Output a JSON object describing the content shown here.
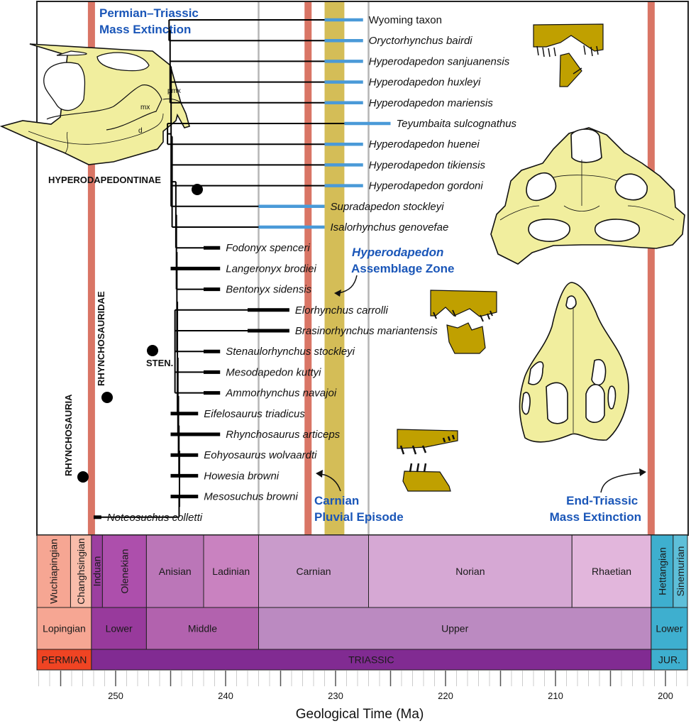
{
  "colors": {
    "extinction": "#d97565",
    "carnian_band": "#d4bd57",
    "range_blue": "#4a9ad8",
    "annotation": "#1a56b8",
    "skull_fill": "#f1ee9e",
    "jaw_fill": "#c0a000"
  },
  "annotations": {
    "pt_extinction": [
      "Permian–Triassic",
      "Mass Extinction"
    ],
    "hyperodapedon_az": [
      "Hyperodapedon",
      "Assemblage Zone"
    ],
    "carnian_pluvial": [
      "Carnian",
      "Pluvial Episode"
    ],
    "et_extinction": [
      "End-Triassic",
      "Mass Extinction"
    ]
  },
  "clades": {
    "hyperodapedontinae": "HYPERODAPEDONTINAE",
    "rhynchosauridae": "RHYNCHOSAURIDAE",
    "rhynchosauria": "RHYNCHOSAURIA",
    "sten": "STEN."
  },
  "skull_labels": {
    "pmx": "pmx",
    "mx": "mx",
    "d": "d"
  },
  "taxa": [
    {
      "name": "Wyoming taxon",
      "italic": false,
      "range": [
        231,
        227.5
      ],
      "bar": "blue"
    },
    {
      "name": "Oryctorhynchus bairdi",
      "italic": true,
      "range": [
        231,
        227.5
      ],
      "bar": "blue"
    },
    {
      "name": "Hyperodapedon sanjuanensis",
      "italic": true,
      "range": [
        231,
        227.5
      ],
      "bar": "blue"
    },
    {
      "name": "Hyperodapedon huxleyi",
      "italic": true,
      "range": [
        231,
        227.5
      ],
      "bar": "blue"
    },
    {
      "name": "Hyperodapedon mariensis",
      "italic": true,
      "range": [
        231,
        227.5
      ],
      "bar": "blue"
    },
    {
      "name": "Teyumbaita sulcognathus",
      "italic": true,
      "range": [
        229.2,
        225
      ],
      "bar": "blue"
    },
    {
      "name": "Hyperodapedon huenei",
      "italic": true,
      "range": [
        231,
        227.5
      ],
      "bar": "blue"
    },
    {
      "name": "Hyperodapedon tikiensis",
      "italic": true,
      "range": [
        231,
        227.5
      ],
      "bar": "blue"
    },
    {
      "name": "Hyperodapedon gordoni",
      "italic": true,
      "range": [
        231,
        227.5
      ],
      "bar": "blue"
    },
    {
      "name": "Supradapedon stockleyi",
      "italic": true,
      "range": [
        237,
        231
      ],
      "bar": "blue"
    },
    {
      "name": "Isalorhynchus genovefae",
      "italic": true,
      "range": [
        237,
        231
      ],
      "bar": "blue"
    },
    {
      "name": "Fodonyx spenceri",
      "italic": true,
      "range": [
        242,
        240.5
      ],
      "bar": "black"
    },
    {
      "name": "Langeronyx brodiei",
      "italic": true,
      "range": [
        245,
        240.5
      ],
      "bar": "black"
    },
    {
      "name": "Bentonyx sidensis",
      "italic": true,
      "range": [
        242,
        240.5
      ],
      "bar": "black"
    },
    {
      "name": "Elorhynchus carrolli",
      "italic": true,
      "range": [
        238,
        234.2
      ],
      "bar": "black"
    },
    {
      "name": "Brasinorhynchus mariantensis",
      "italic": true,
      "range": [
        238,
        234.2
      ],
      "bar": "black"
    },
    {
      "name": "Stenaulorhynchus stockleyi",
      "italic": true,
      "range": [
        242,
        240.5
      ],
      "bar": "black"
    },
    {
      "name": "Mesodapedon kuttyi",
      "italic": true,
      "range": [
        242,
        240.5
      ],
      "bar": "black"
    },
    {
      "name": "Ammorhynchus navajoi",
      "italic": true,
      "range": [
        242,
        240.5
      ],
      "bar": "black"
    },
    {
      "name": "Eifelosaurus triadicus",
      "italic": true,
      "range": [
        245,
        242.5
      ],
      "bar": "black"
    },
    {
      "name": "Rhynchosaurus articeps",
      "italic": true,
      "range": [
        245,
        240.5
      ],
      "bar": "black"
    },
    {
      "name": "Eohyosaurus wolvaardti",
      "italic": true,
      "range": [
        245,
        242.5
      ],
      "bar": "black"
    },
    {
      "name": "Howesia browni",
      "italic": true,
      "range": [
        245,
        242.5
      ],
      "bar": "black"
    },
    {
      "name": "Mesosuchus browni",
      "italic": true,
      "range": [
        245,
        242.5
      ],
      "bar": "black"
    },
    {
      "name": "Noteosuchus colletti",
      "italic": true,
      "range": [
        252,
        251.3
      ],
      "bar": "black"
    }
  ],
  "timescale": {
    "ages": [
      {
        "name": "Wuchiapingian",
        "start": 257.2,
        "end": 254.1,
        "color": "#f6a693",
        "vertical": true
      },
      {
        "name": "Changhsingian",
        "start": 254.1,
        "end": 252.2,
        "color": "#f9bdab",
        "vertical": true
      },
      {
        "name": "Induan",
        "start": 252.2,
        "end": 251.2,
        "color": "#9c3fa0",
        "vertical": true
      },
      {
        "name": "Olenekian",
        "start": 251.2,
        "end": 247.2,
        "color": "#ad4fac",
        "vertical": true
      },
      {
        "name": "Anisian",
        "start": 247.2,
        "end": 242,
        "color": "#bb76b8",
        "vertical": false
      },
      {
        "name": "Ladinian",
        "start": 242,
        "end": 237,
        "color": "#c982c0",
        "vertical": false
      },
      {
        "name": "Carnian",
        "start": 237,
        "end": 227,
        "color": "#c99bcb",
        "vertical": false
      },
      {
        "name": "Norian",
        "start": 227,
        "end": 208.5,
        "color": "#d6a8d4",
        "vertical": false
      },
      {
        "name": "Rhaetian",
        "start": 208.5,
        "end": 201.3,
        "color": "#e2b6dc",
        "vertical": false
      },
      {
        "name": "Hettangian",
        "start": 201.3,
        "end": 199.3,
        "color": "#3eafcf",
        "vertical": true
      },
      {
        "name": "Sinemurian",
        "start": 199.3,
        "end": 198.0,
        "color": "#5ebfd9",
        "vertical": true
      }
    ],
    "epochs": [
      {
        "name": "Lopingian",
        "start": 257.2,
        "end": 252.2,
        "color": "#f6a693"
      },
      {
        "name": "Lower",
        "start": 252.2,
        "end": 247.2,
        "color": "#983a9c"
      },
      {
        "name": "Middle",
        "start": 247.2,
        "end": 237,
        "color": "#b262ae"
      },
      {
        "name": "Upper",
        "start": 237,
        "end": 201.3,
        "color": "#bb8ac1"
      },
      {
        "name": "Lower",
        "start": 201.3,
        "end": 198.0,
        "color": "#3eafcf"
      }
    ],
    "periods": [
      {
        "name": "PERMIAN",
        "start": 257.2,
        "end": 252.2,
        "color": "#ef4423"
      },
      {
        "name": "TRIASSIC",
        "start": 252.2,
        "end": 201.3,
        "color": "#812b92"
      },
      {
        "name": "JUR.",
        "start": 201.3,
        "end": 198.0,
        "color": "#3eafcf"
      }
    ]
  },
  "axis": {
    "label": "Geological Time (Ma)",
    "ticks": [
      "250",
      "240",
      "230",
      "220",
      "210",
      "200"
    ],
    "tick_values": [
      250,
      240,
      230,
      220,
      210,
      200
    ],
    "range": [
      257.2,
      198.0
    ]
  },
  "events": {
    "extinctions_ma": [
      252.2,
      232.5,
      201.3
    ],
    "carnian_band_ma": [
      231,
      229.2
    ],
    "gray_lines_ma": [
      237,
      227
    ]
  }
}
